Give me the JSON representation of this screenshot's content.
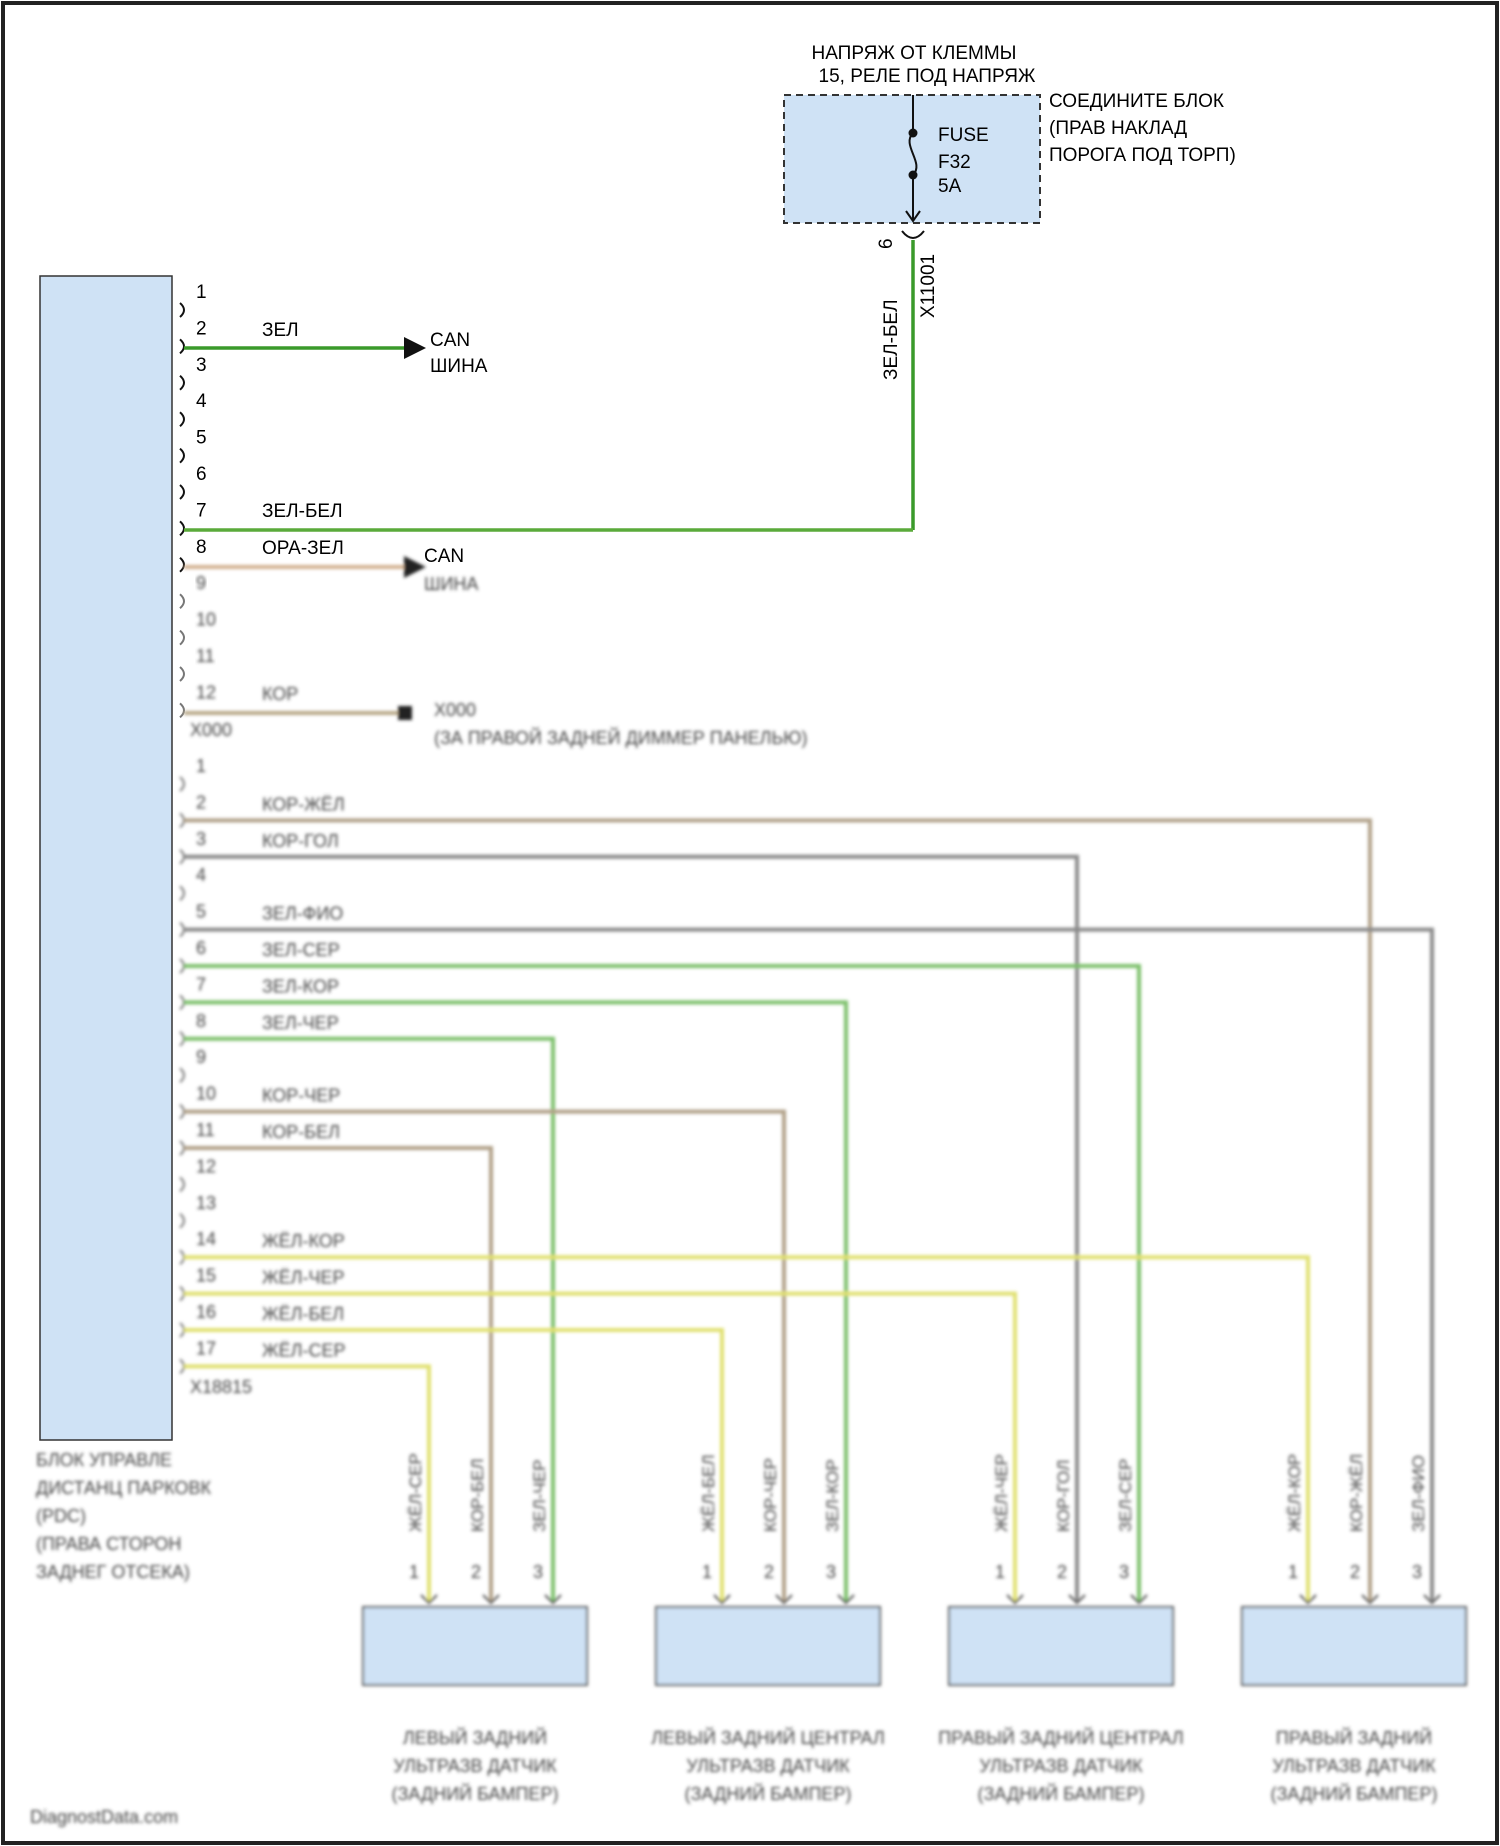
{
  "fuse_box": {
    "supply_line1": "НАПРЯЖ ОТ КЛЕММЫ",
    "supply_line2": "15, РЕЛЕ ПОД НАПРЯЖ",
    "location_line1": "СОЕДИНИТЕ БЛОК",
    "location_line2": "(ПРАВ НАКЛАД",
    "location_line3": "ПОРОГА ПОД ТОРП)",
    "fuse_word": "FUSE",
    "fuse_id": "F32",
    "fuse_rating": "5A",
    "pin": "6",
    "connector": "X11001",
    "wire_color": "ЗЕЛ-БЕЛ"
  },
  "module_connector_a": {
    "pins": [
      "1",
      "2",
      "3",
      "4",
      "5",
      "6",
      "7",
      "8",
      "9",
      "10",
      "11",
      "12"
    ],
    "connector_label": "X000",
    "wires": [
      {
        "pin": "2",
        "color_name": "ЗЕЛ",
        "color": "#3a9a2a",
        "target_line1": "CAN",
        "target_line2": "ШИНА"
      },
      {
        "pin": "7",
        "color_name": "ЗЕЛ-БЕЛ",
        "color": "#5aaa3a"
      },
      {
        "pin": "8",
        "color_name": "ОРА-ЗЕЛ",
        "color": "#d2b090",
        "target_line1": "CAN",
        "target_line2": "ШИНА"
      },
      {
        "pin": "12",
        "color_name": "КОР",
        "color": "#b8a888",
        "target_line1": "X000",
        "target_line2": "(ЗА ПРАВОЙ ЗАДНЕЙ ДИММЕР ПАНЕЛЬЮ)"
      }
    ]
  },
  "module_connector_b": {
    "pins": [
      "1",
      "2",
      "3",
      "4",
      "5",
      "6",
      "7",
      "8",
      "9",
      "10",
      "11",
      "12",
      "13",
      "14",
      "15",
      "16",
      "17"
    ],
    "connector_label": "X18815",
    "wires": [
      {
        "pin": "2",
        "color_name": "КОР-ЖЁЛ"
      },
      {
        "pin": "3",
        "color_name": "КОР-ГОЛ"
      },
      {
        "pin": "5",
        "color_name": "ЗЕЛ-ФИО"
      },
      {
        "pin": "6",
        "color_name": "ЗЕЛ-СЕР"
      },
      {
        "pin": "7",
        "color_name": "ЗЕЛ-КОР"
      },
      {
        "pin": "8",
        "color_name": "ЗЕЛ-ЧЕР"
      },
      {
        "pin": "10",
        "color_name": "КОР-ЧЕР"
      },
      {
        "pin": "11",
        "color_name": "КОР-БЕЛ"
      },
      {
        "pin": "14",
        "color_name": "ЖЁЛ-КОР"
      },
      {
        "pin": "15",
        "color_name": "ЖЁЛ-ЧЕР"
      },
      {
        "pin": "16",
        "color_name": "ЖЁЛ-БЕЛ"
      },
      {
        "pin": "17",
        "color_name": "ЖЁЛ-СЕР"
      }
    ]
  },
  "module": {
    "label_lines": [
      "БЛОК УПРАВЛЕ",
      "ДИСТАНЦ ПАРКОВК",
      "(PDC)",
      "(ПРАВА СТОРОН",
      "ЗАДНЕГ ОТСЕКА)"
    ]
  },
  "sensors": [
    {
      "name_lines": [
        "ЛЕВЫЙ ЗАДНИЙ",
        "УЛЬТРАЗВ ДАТЧИК",
        "(ЗАДНИЙ БАМПЕР)"
      ],
      "wires": [
        "ЖЁЛ-СЕР",
        "КОР-БЕЛ",
        "ЗЕЛ-ЧЕР"
      ],
      "pins": [
        "1",
        "2",
        "3"
      ]
    },
    {
      "name_lines": [
        "ЛЕВЫЙ ЗАДНИЙ ЦЕНТРАЛ",
        "УЛЬТРАЗВ ДАТЧИК",
        "(ЗАДНИЙ БАМПЕР)"
      ],
      "wires": [
        "ЖЁЛ-БЕЛ",
        "КОР-ЧЕР",
        "ЗЕЛ-КОР"
      ],
      "pins": [
        "1",
        "2",
        "3"
      ]
    },
    {
      "name_lines": [
        "ПРАВЫЙ ЗАДНИЙ ЦЕНТРАЛ",
        "УЛЬТРАЗВ ДАТЧИК",
        "(ЗАДНИЙ БАМПЕР)"
      ],
      "wires": [
        "ЖЁЛ-ЧЕР",
        "КОР-ГОЛ",
        "ЗЕЛ-СЕР"
      ],
      "pins": [
        "1",
        "2",
        "3"
      ]
    },
    {
      "name_lines": [
        "ПРАВЫЙ ЗАДНИЙ",
        "УЛЬТРАЗВ ДАТЧИК",
        "(ЗАДНИЙ БАМПЕР)"
      ],
      "wires": [
        "ЖЁЛ-КОР",
        "КОР-ЖЁЛ",
        "ЗЕЛ-ФИО"
      ],
      "pins": [
        "1",
        "2",
        "3"
      ]
    }
  ],
  "watermark": "DiagnostData.com",
  "colors": {
    "box_fill": "#cfe2f5",
    "green": "#3a9a2a",
    "green_light": "#7cc06a",
    "yellow": "#e0e070",
    "brown": "#b0a088",
    "grey": "#8a8a8a"
  }
}
